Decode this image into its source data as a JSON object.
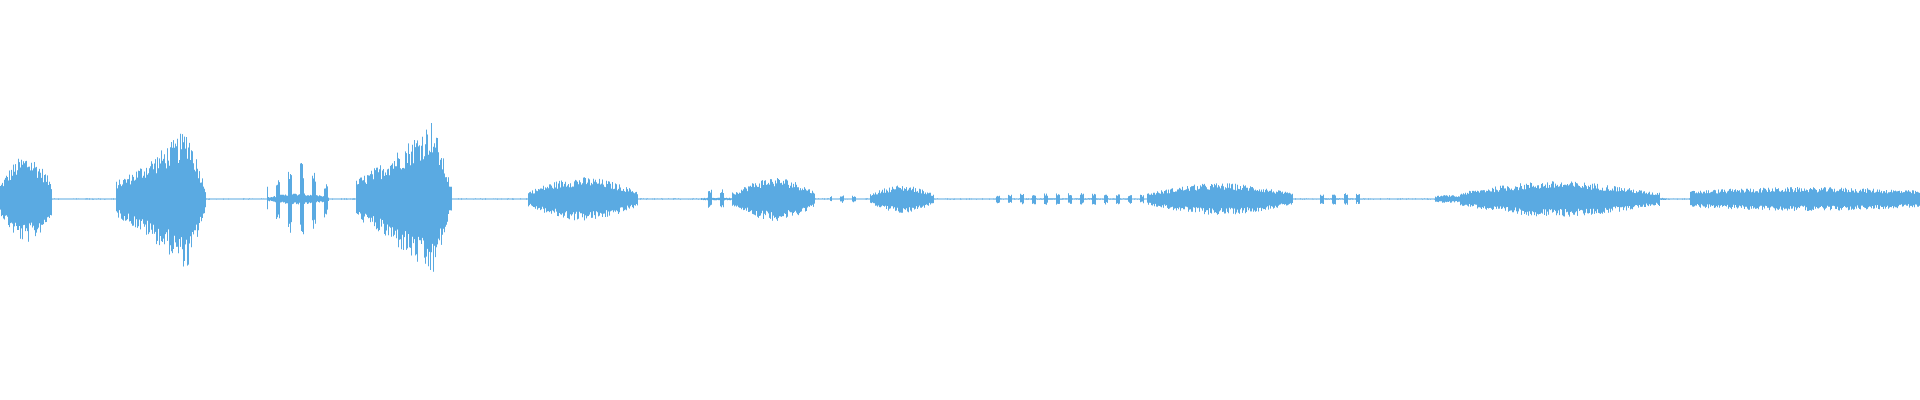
{
  "waveform": {
    "color": "#5aaae2",
    "background": "#ffffff",
    "baseline_amplitude": 0.004,
    "segments": [
      {
        "start": 0.0,
        "end": 0.027,
        "amplitude": 0.22,
        "shape": "bulge",
        "sparse": false
      },
      {
        "start": 0.06,
        "end": 0.107,
        "amplitude": 0.36,
        "shape": "grow",
        "sparse": false
      },
      {
        "start": 0.139,
        "end": 0.171,
        "amplitude": 0.19,
        "shape": "bulge",
        "sparse": true
      },
      {
        "start": 0.185,
        "end": 0.235,
        "amplitude": 0.4,
        "shape": "grow",
        "sparse": false
      },
      {
        "start": 0.275,
        "end": 0.332,
        "amplitude": 0.11,
        "shape": "bulge",
        "sparse": false
      },
      {
        "start": 0.365,
        "end": 0.383,
        "amplitude": 0.05,
        "shape": "flat",
        "sparse": true
      },
      {
        "start": 0.383,
        "end": 0.424,
        "amplitude": 0.11,
        "shape": "bulge",
        "sparse": false
      },
      {
        "start": 0.432,
        "end": 0.446,
        "amplitude": 0.02,
        "shape": "flat",
        "sparse": true
      },
      {
        "start": 0.453,
        "end": 0.486,
        "amplitude": 0.07,
        "shape": "bulge",
        "sparse": false
      },
      {
        "start": 0.516,
        "end": 0.597,
        "amplitude": 0.03,
        "shape": "flat",
        "sparse": true
      },
      {
        "start": 0.597,
        "end": 0.673,
        "amplitude": 0.08,
        "shape": "bulge",
        "sparse": false
      },
      {
        "start": 0.683,
        "end": 0.712,
        "amplitude": 0.03,
        "shape": "flat",
        "sparse": true
      },
      {
        "start": 0.747,
        "end": 0.76,
        "amplitude": 0.02,
        "shape": "flat",
        "sparse": false
      },
      {
        "start": 0.76,
        "end": 0.862,
        "amplitude": 0.09,
        "shape": "bulge",
        "sparse": false
      },
      {
        "start": 0.862,
        "end": 0.868,
        "amplitude": 0.04,
        "shape": "flat",
        "sparse": true
      },
      {
        "start": 0.88,
        "end": 1.0,
        "amplitude": 0.06,
        "shape": "flat",
        "sparse": false
      }
    ]
  }
}
